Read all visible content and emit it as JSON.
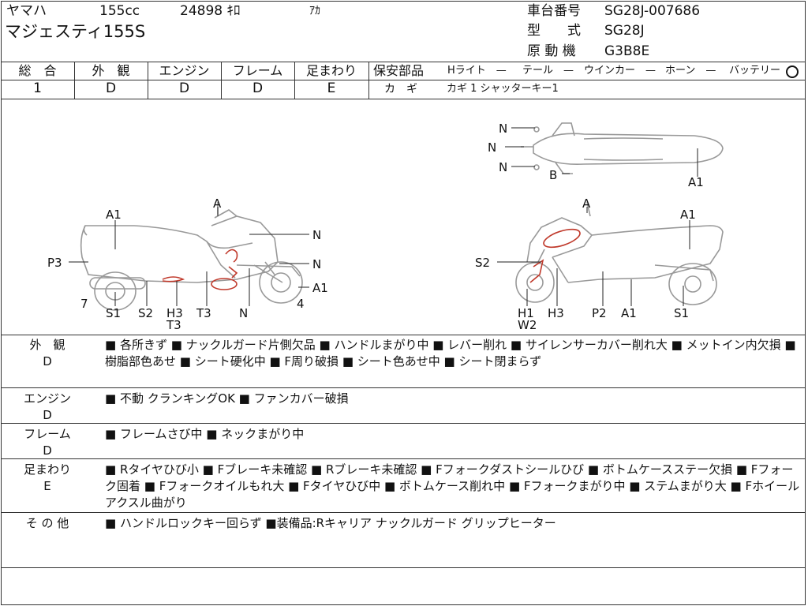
{
  "header": {
    "maker": "ヤマハ",
    "displacement": "155cc",
    "mileage": "24898 ｷﾛ",
    "color": "ｱｶ",
    "model": "マジェスティ155S",
    "frame_no_label": "車台番号",
    "frame_no": "SG28J-007686",
    "type_label": "型　　式",
    "type": "SG28J",
    "engine_label": "原 動 機",
    "engine": "G3B8E"
  },
  "grades": {
    "overall": {
      "label": "総　合",
      "value": "1"
    },
    "exterior": {
      "label": "外　観",
      "value": "D"
    },
    "engine": {
      "label": "エンジン",
      "value": "D"
    },
    "frame": {
      "label": "フレーム",
      "value": "D"
    },
    "suspension": {
      "label": "足まわり",
      "value": "E"
    }
  },
  "safety": {
    "label": "保安部品",
    "headlight": "Hライト　—",
    "tail": "テール　—",
    "winker": "ウインカー　—",
    "horn": "ホーン　—",
    "battery": "バッテリー",
    "key_label": "カ　ギ",
    "key_value": "カギ 1 シャッターキー1"
  },
  "diagram": {
    "side_left": {
      "labels": [
        "A1",
        "A",
        "N",
        "P3",
        "N",
        "A1",
        "7",
        "S1",
        "S2",
        "H3",
        "T3",
        "T3",
        "N",
        "4"
      ]
    },
    "side_right": {
      "labels": [
        "A",
        "A1",
        "S2",
        "H1",
        "W2",
        "H3",
        "P2",
        "A1",
        "S1"
      ]
    },
    "top": {
      "labels": [
        "N",
        "N",
        "N",
        "B",
        "A1"
      ]
    }
  },
  "sections": [
    {
      "title": "外　観",
      "grade": "D",
      "text": "■ 各所きず ■ ナックルガード片側欠品 ■ ハンドルまがり中 ■ レバー削れ ■ サイレンサーカバー削れ大 ■ メットイン内欠損 ■ 樹脂部色あせ ■ シート硬化中 ■ F周り破損 ■ シート色あせ中 ■ シート閉まらず"
    },
    {
      "title": "エンジン",
      "grade": "D",
      "text": "■ 不動 クランキングOK ■ ファンカバー破損"
    },
    {
      "title": "フレーム",
      "grade": "D",
      "text": "■ フレームさび中 ■ ネックまがり中"
    },
    {
      "title": "足まわり",
      "grade": "E",
      "text": "■ Rタイヤひび小 ■ Fブレーキ未確認 ■ Rブレーキ未確認 ■ Fフォークダストシールひび ■ ボトムケースステー欠損 ■ Fフォーク固着 ■ Fフォークオイルもれ大 ■ Fタイヤひび中 ■ ボトムケース削れ中 ■ Fフォークまがり中 ■ ステムまがり大 ■ Fホイールアクスル曲がり"
    },
    {
      "title": "そ の 他",
      "grade": "",
      "text": "■ ハンドルロックキー回らず ■装備品:Rキャリア ナックルガード グリップヒーター"
    }
  ]
}
